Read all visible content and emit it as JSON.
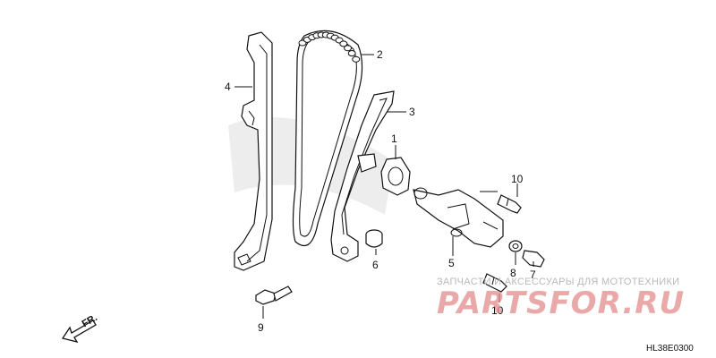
{
  "diagram": {
    "callouts": [
      {
        "id": "1",
        "label": "1"
      },
      {
        "id": "2",
        "label": "2"
      },
      {
        "id": "3",
        "label": "3"
      },
      {
        "id": "4",
        "label": "4"
      },
      {
        "id": "5",
        "label": "5"
      },
      {
        "id": "6",
        "label": "6"
      },
      {
        "id": "7",
        "label": "7"
      },
      {
        "id": "8",
        "label": "8"
      },
      {
        "id": "9",
        "label": "9"
      },
      {
        "id": "10a",
        "label": "10"
      },
      {
        "id": "10b",
        "label": "10"
      }
    ],
    "direction_label": "FR.",
    "diagram_code": "HL38E0300"
  },
  "watermark": {
    "tagline": "ЗАПЧАСТИ И АКСЕССУАРЫ ДЛЯ МОТОТЕХНИКИ",
    "brand": "PARTSFOR.RU"
  },
  "colors": {
    "line": "#111111",
    "watermark_text": "#b9b9b9",
    "watermark_brand": "#e38c8c",
    "background": "#ffffff"
  }
}
